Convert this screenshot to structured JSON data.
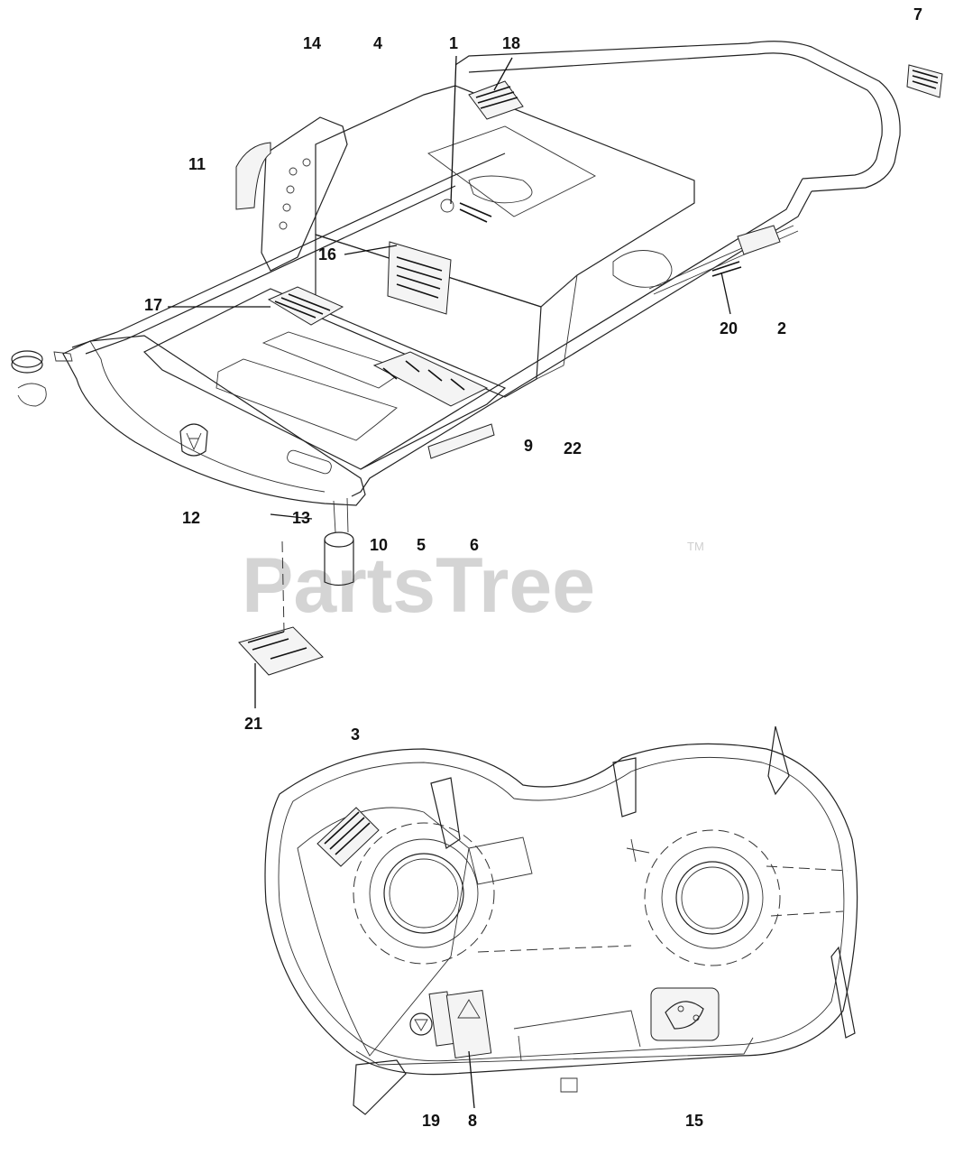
{
  "watermark": {
    "text": "PartsTree",
    "trademark": "TM"
  },
  "callouts": [
    {
      "id": "c1",
      "label": "1"
    },
    {
      "id": "c2",
      "label": "2"
    },
    {
      "id": "c3",
      "label": "3"
    },
    {
      "id": "c4",
      "label": "4"
    },
    {
      "id": "c5",
      "label": "5"
    },
    {
      "id": "c6",
      "label": "6"
    },
    {
      "id": "c7",
      "label": "7"
    },
    {
      "id": "c8",
      "label": "8"
    },
    {
      "id": "c9",
      "label": "9"
    },
    {
      "id": "c10",
      "label": "10"
    },
    {
      "id": "c11",
      "label": "11"
    },
    {
      "id": "c12",
      "label": "12"
    },
    {
      "id": "c13",
      "label": "13"
    },
    {
      "id": "c14",
      "label": "14"
    },
    {
      "id": "c15",
      "label": "15"
    },
    {
      "id": "c16",
      "label": "16"
    },
    {
      "id": "c17",
      "label": "17"
    },
    {
      "id": "c18",
      "label": "18"
    },
    {
      "id": "c19",
      "label": "19"
    },
    {
      "id": "c20",
      "label": "20"
    },
    {
      "id": "c21",
      "label": "21"
    },
    {
      "id": "c22",
      "label": "22"
    }
  ],
  "colors": {
    "line": "#222222",
    "watermark": "#d4d4d4",
    "background": "#ffffff"
  }
}
